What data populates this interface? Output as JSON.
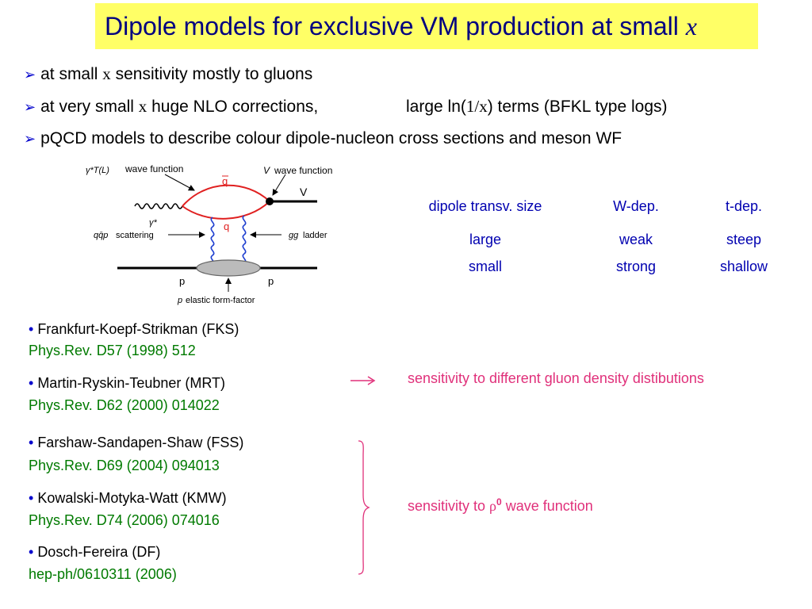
{
  "title": {
    "text": "Dipole models for exclusive VM production at small ",
    "var": "x"
  },
  "bullets": [
    {
      "pre": "at small ",
      "var": "x",
      "post": " sensitivity mostly to gluons"
    },
    {
      "pre": "at very small ",
      "var": "x",
      "post": " huge NLO corrections,",
      "extra_pre": "large ln(",
      "extra_var": "1/x",
      "extra_post": ") terms (BFKL type logs)"
    },
    {
      "text": "pQCD models to describe colour dipole-nucleon cross sections and meson WF"
    }
  ],
  "diagram": {
    "gamma_label": "γ*T(L)",
    "gamma_wf": "wave function",
    "v_label": "V",
    "v_wf": "wave function",
    "qbar": "q",
    "q": "q",
    "v_out": "V",
    "gamma_star": "γ*",
    "qqp": "qq̄p",
    "scattering": "scattering",
    "gg": "gg",
    "ladder": "ladder",
    "p_left": "p",
    "p_right": "p",
    "p_italic": "p",
    "form_factor": "elastic form-factor",
    "colors": {
      "quark": "#e02020",
      "gluon": "#2040d0",
      "proton": "#999999"
    }
  },
  "table": {
    "headers": [
      "dipole transv. size",
      "W-dep.",
      "t-dep."
    ],
    "rows": [
      [
        "large",
        "weak",
        "steep"
      ],
      [
        "small",
        "strong",
        "shallow"
      ]
    ]
  },
  "refs": [
    {
      "name": "Frankfurt-Koepf-Strikman (FKS)",
      "cite": "Phys.Rev. D57 (1998) 512"
    },
    {
      "name": "Martin-Ryskin-Teubner  (MRT)",
      "cite": "Phys.Rev. D62 (2000) 014022"
    },
    {
      "name": "Farshaw-Sandapen-Shaw  (FSS)",
      "cite": "Phys.Rev. D69 (2004) 094013"
    },
    {
      "name": "Kowalski-Motyka-Watt  (KMW)",
      "cite": "Phys.Rev. D74 (2006) 074016"
    },
    {
      "name": "Dosch-Fereira  (DF)",
      "cite": "hep-ph/0610311 (2006)"
    }
  ],
  "notes": {
    "gluon": "sensitivity to different gluon density distibutions",
    "rho_pre": "sensitivity to ",
    "rho_sym": "ρ",
    "rho_sup": "0",
    "rho_post": " wave function"
  },
  "accent_colors": {
    "title_bg": "#ffff66",
    "title_text": "#000080",
    "table": "#0000b0",
    "cite": "#007a00",
    "note": "#e0307a"
  }
}
